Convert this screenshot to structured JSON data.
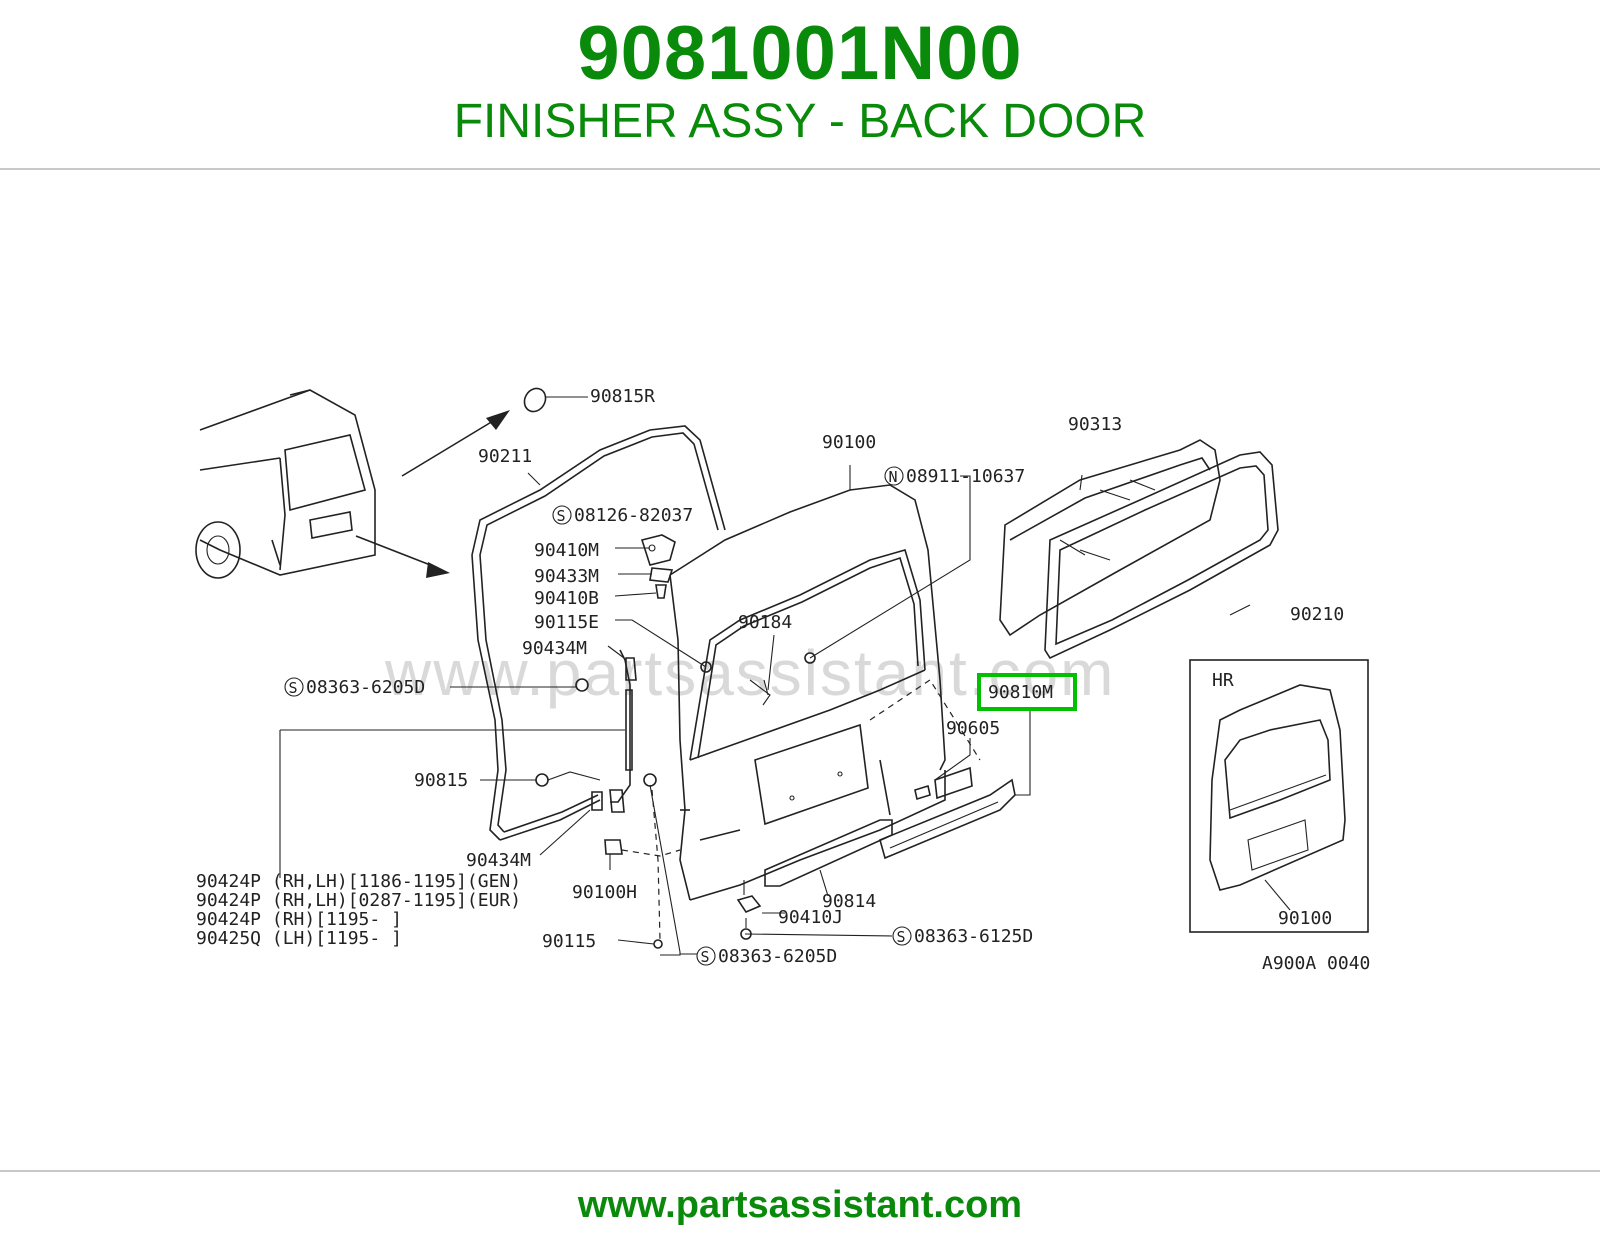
{
  "header": {
    "part_number": "9081001N00",
    "part_description": "FINISHER ASSY - BACK DOOR"
  },
  "footer": {
    "url": "www.partsassistant.com"
  },
  "colors": {
    "brand_green": "#0a8a0a",
    "highlight_green": "#00c000",
    "line": "#222222"
  },
  "diagram": {
    "watermark": "www.partsassistant.com",
    "drawing_code": "A900A 0040",
    "inset_label": "HR",
    "inset_part": "90100",
    "highlighted_part": "90810M",
    "labels": {
      "p90815R": "90815R",
      "p90211": "90211",
      "p90100": "90100",
      "pN08911": "08911-10637",
      "p90313": "90313",
      "pS08126": "08126-82037",
      "p90410M": "90410M",
      "p90433M": "90433M",
      "p90410B": "90410B",
      "p90115E": "90115E",
      "p90184": "90184",
      "p90434M_a": "90434M",
      "p90210": "90210",
      "pS08363a": "08363-6205D",
      "p90605": "90605",
      "p90815": "90815",
      "p90434M_b": "90434M",
      "p90100H": "90100H",
      "p90814": "90814",
      "p90410J": "90410J",
      "pS08363b": "08363-6125D",
      "p90115": "90115",
      "pS08363c": "08363-6205D",
      "note1": "90424P (RH,LH)[1186-1195](GEN)",
      "note2": "90424P (RH,LH)[0287-1195](EUR)",
      "note3": "90424P (RH)[1195-      ]",
      "note4": "90425Q (LH)[1195-      ]",
      "circ_s": "S",
      "circ_n": "N"
    }
  }
}
